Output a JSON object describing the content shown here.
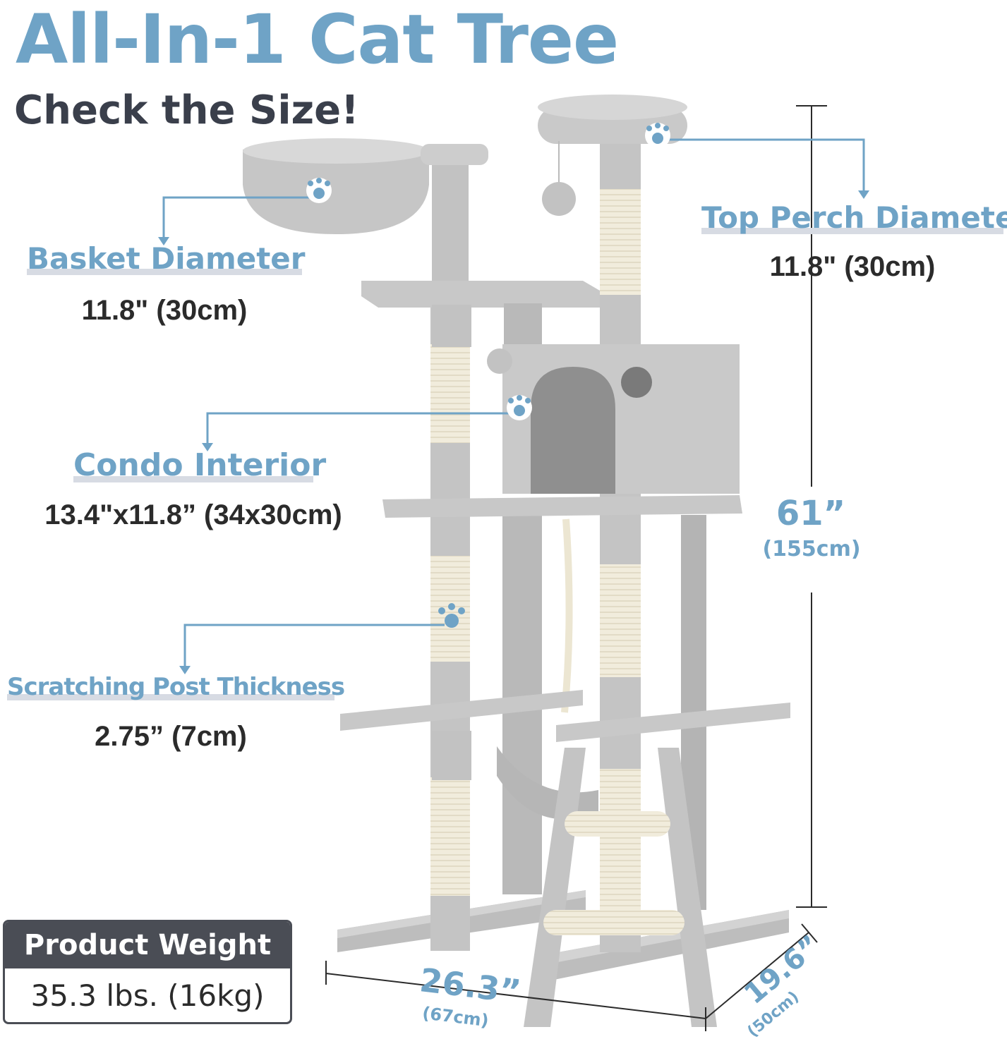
{
  "headline": "All-In-1 Cat Tree",
  "subheadline": "Check the Size!",
  "specs": {
    "basket": {
      "title": "Basket Diameter",
      "value": "11.8\" (30cm)"
    },
    "top_perch": {
      "title": "Top Perch Diameter",
      "value": "11.8\" (30cm)"
    },
    "condo": {
      "title": "Condo Interior",
      "value": "13.4\"x11.8” (34x30cm)"
    },
    "post": {
      "title": "Scratching Post Thickness",
      "value": "2.75” (7cm)"
    }
  },
  "weight": {
    "label": "Product Weight",
    "value": "35.3 lbs. (16kg)"
  },
  "dimensions": {
    "height": {
      "main": "61”",
      "sub": "(155cm)"
    },
    "width": {
      "main": "26.3”",
      "sub": "(67cm)"
    },
    "depth": {
      "main": "19.6”",
      "sub": "(50cm)"
    }
  },
  "colors": {
    "accent": "#6fa3c6",
    "plush": "#c6c6c6",
    "sisal": "#efe9d8",
    "dark_text": "#2b2b2b"
  }
}
